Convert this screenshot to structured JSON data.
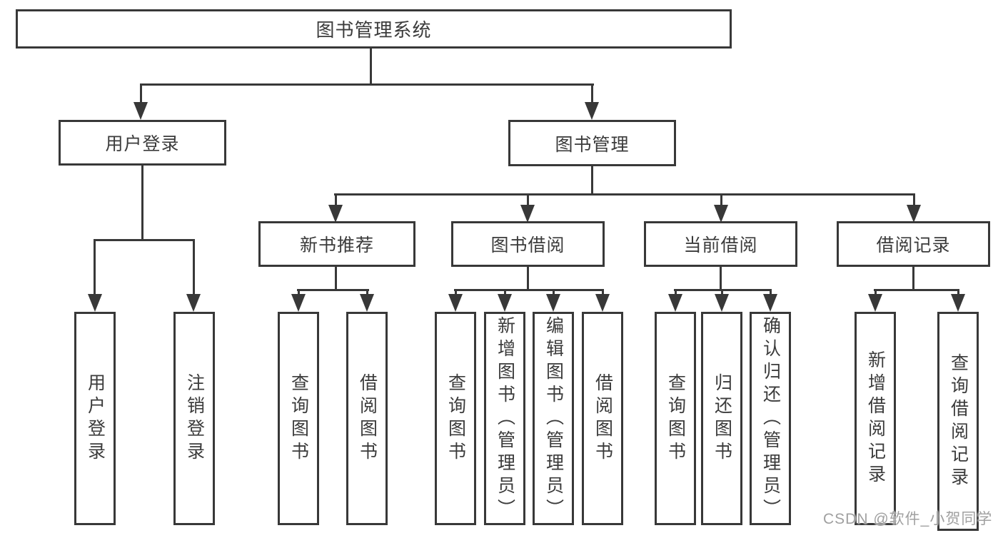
{
  "diagram": {
    "root": {
      "label": "图书管理系统"
    },
    "level2": [
      {
        "label": "用户登录"
      },
      {
        "label": "图书管理"
      }
    ],
    "level3": [
      {
        "label": "新书推荐"
      },
      {
        "label": "图书借阅"
      },
      {
        "label": "当前借阅"
      },
      {
        "label": "借阅记录"
      }
    ],
    "leaves": {
      "login": [
        "用户登录",
        "注销登录"
      ],
      "newbook": [
        "查询图书",
        "借阅图书"
      ],
      "borrow": [
        "查询图书",
        "新增图书（管理员）",
        "编辑图书（管理员）",
        "借阅图书"
      ],
      "current": [
        "查询图书",
        "归还图书",
        "确认归还（管理员）"
      ],
      "records": [
        "新增借阅记录",
        "查询借阅记录"
      ]
    }
  },
  "watermark": {
    "text": "CSDN @软件_小贺同学"
  },
  "colors": {
    "line": "#383838",
    "text": "#3b3b3b",
    "box_background": "#ffffff",
    "watermark": "#a0a0a0",
    "page_background": "#ffffff"
  }
}
